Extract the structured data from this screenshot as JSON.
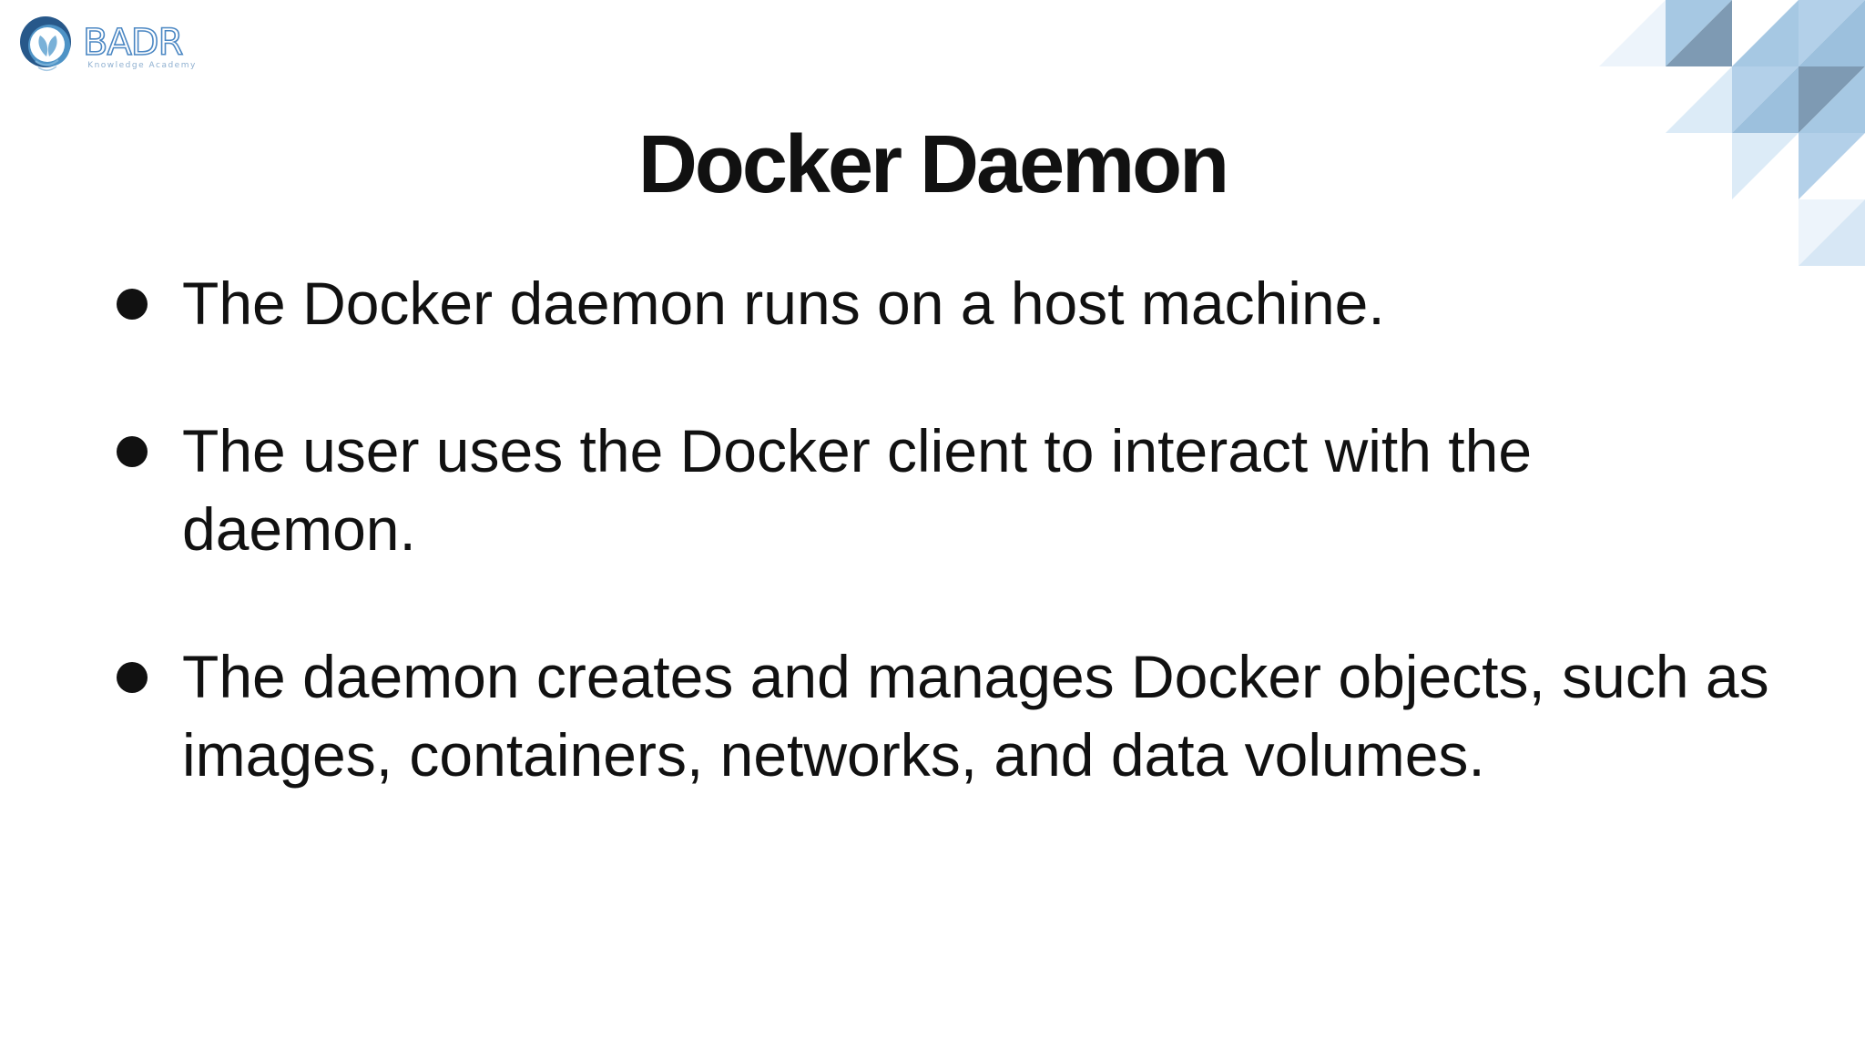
{
  "page": {
    "background": "#ffffff",
    "text_color": "#111111"
  },
  "logo": {
    "brand": "BADR",
    "tagline": "Knowledge Academy",
    "colors": {
      "ring_dark": "#27588a",
      "ring_mid": "#4e93c6",
      "leaf": "#79b1d8",
      "arc": "#a9cbe4",
      "wordmark": "#4b87c3",
      "tagline": "#8fb0d0"
    }
  },
  "slide": {
    "title": "Docker Daemon",
    "bullets": [
      "The Docker daemon runs on a host machine.",
      "The user uses the Docker client to interact with the daemon.",
      "The daemon creates and manages Docker objects, such as images, containers, networks, and data volumes."
    ]
  },
  "decoration": {
    "palette": {
      "lightest": "#edf4fb",
      "light": "#dcebf7",
      "soft": "#d7e7f5",
      "medium_light": "#b3d0e9",
      "medium": "#a6c8e3",
      "medium_deep": "#9cc0dd",
      "slate": "#7e9ab3"
    }
  }
}
